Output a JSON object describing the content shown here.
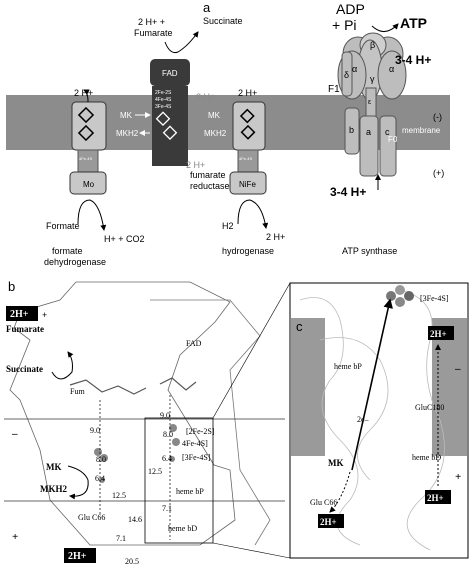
{
  "panel_a": {
    "label": "a",
    "formate_dh": {
      "h_top": "2 H+",
      "subunit": "Mo",
      "substrate": "Formate",
      "product": "H+ + CO2",
      "name_line1": "formate",
      "name_line2": "dehydrogenase",
      "cluster_text": "4Fe-4S"
    },
    "fumarate_red": {
      "substrate_line1": "2 H+ +",
      "substrate_line2": "Fumarate",
      "product": "Succinate",
      "cofactor": "FAD",
      "cluster_1": "2Fe-2S",
      "cluster_2": "4Fe-4S",
      "cluster_3": "3Fe-4S",
      "h_top": "2 H+",
      "h_bottom": "2 H+",
      "mk": "MK",
      "mkh2": "MKH2",
      "name_line1": "fumarate",
      "name_line2": "reductase"
    },
    "hydrogenase": {
      "h_top": "2 H+",
      "mk": "MK",
      "mkh2": "MKH2",
      "subunit": "NiFe",
      "substrate": "H2",
      "product": "2 H+",
      "name": "hydrogenase",
      "cluster_text": "4Fe-4S"
    },
    "atp_synthase": {
      "substrate_line1": "ADP",
      "substrate_line2": "+ Pi",
      "product": "ATP",
      "h_top": "3-4 H+",
      "h_bottom": "3-4 H+",
      "f1": "F1",
      "f0": "F0",
      "alpha": "α",
      "beta": "β",
      "gamma": "γ",
      "delta": "δ",
      "epsilon": "ε",
      "sub_a": "a",
      "sub_b": "b",
      "sub_c": "c",
      "name": "ATP synthase"
    },
    "membrane": "membrane",
    "side_neg": "(-)",
    "side_pos": "(+)"
  },
  "panel_b": {
    "label": "b",
    "h_top": "2H+",
    "fumarate": "Fumarate",
    "plus": "+",
    "succinate": "Succinate",
    "fum": "Fum",
    "fad": "FAD",
    "fe2s": "[2Fe-2S]",
    "fe4s": "4Fe-4S]",
    "fe3s": "[3Fe-4S]",
    "heme_bp": "heme bP",
    "heme_bd": "heme bD",
    "mk": "MK",
    "mkh2": "MKH2",
    "glu": "Glu C66",
    "h_bottom": "2H+",
    "side_neg": "–",
    "side_pos": "+",
    "distances_left": [
      "9.0",
      "8.0",
      "6.4",
      "12.5",
      "14.6",
      "7.1",
      "20.5"
    ],
    "distances_right": [
      "9.0",
      "8.0",
      "6.4",
      "12.5",
      "7.1"
    ]
  },
  "panel_c": {
    "label": "c",
    "fe3s": "[3Fe-4S]",
    "h_top": "2H+",
    "heme_bp": "heme bP",
    "electron": "2e–",
    "glu180": "GluC180",
    "mk": "MK",
    "heme_bd": "heme bD",
    "glu66": "Glu C66",
    "h_bottom_left": "2H+",
    "h_bottom_right": "2H+",
    "side_neg": "–",
    "side_pos": "+"
  },
  "colors": {
    "membrane": "#8c8c8c",
    "protein_light": "#c8c8c8",
    "protein_dark": "#3a3a3a",
    "black": "#000000"
  }
}
